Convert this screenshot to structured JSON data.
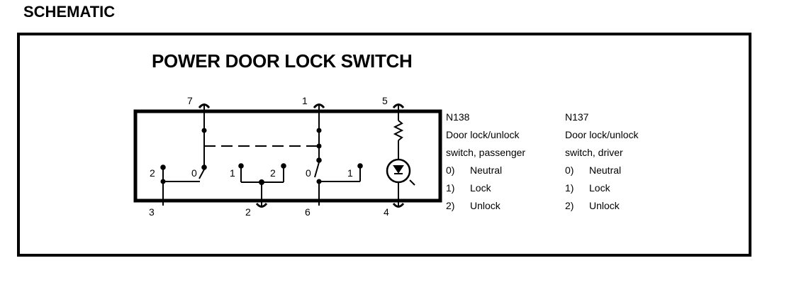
{
  "page_title": "SCHEMATIC",
  "diagram_title": "POWER DOOR LOCK SWITCH",
  "pins": {
    "top_left": "7",
    "top_mid": "1",
    "top_right": "5",
    "bottom_left": "3",
    "bottom_mid": "2",
    "bottom_center": "6",
    "bottom_right": "4"
  },
  "contacts": {
    "s1_left": "2",
    "s1_right": "0",
    "s2_left": "1",
    "s2_right": "2",
    "s3_left": "0",
    "s3_right": "1"
  },
  "legends": [
    {
      "code": "N138",
      "lines": [
        "Door lock/unlock",
        "switch, passenger"
      ],
      "positions": [
        {
          "num": "0)",
          "label": "Neutral"
        },
        {
          "num": "1)",
          "label": "Lock"
        },
        {
          "num": "2)",
          "label": "Unlock"
        }
      ]
    },
    {
      "code": "N137",
      "lines": [
        "Door lock/unlock",
        "switch, driver"
      ],
      "positions": [
        {
          "num": "0)",
          "label": "Neutral"
        },
        {
          "num": "1)",
          "label": "Lock"
        },
        {
          "num": "2)",
          "label": "Unlock"
        }
      ]
    }
  ]
}
